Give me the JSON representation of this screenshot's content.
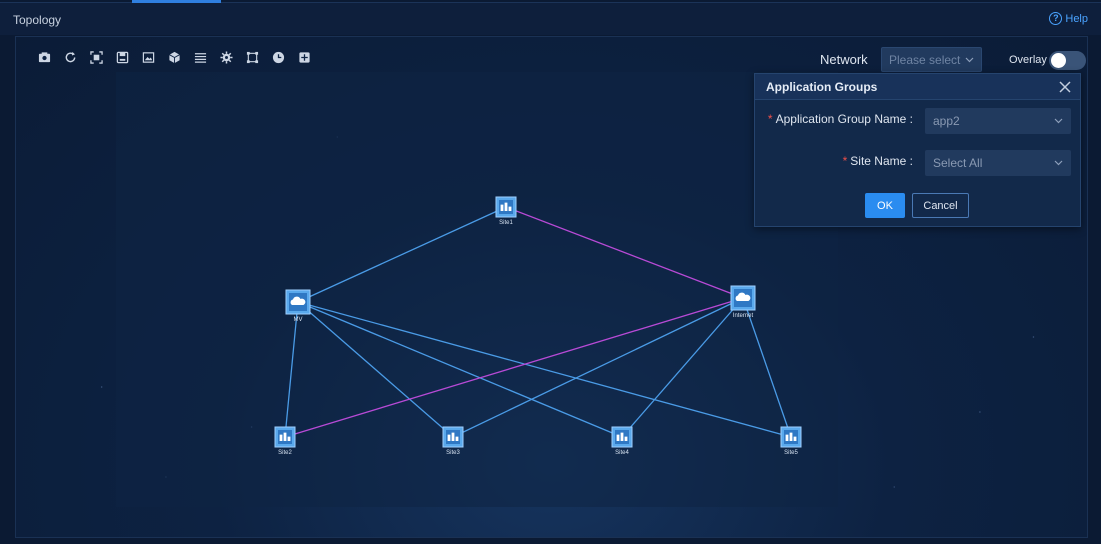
{
  "header": {
    "title": "Topology",
    "help_label": "Help"
  },
  "toolbar": {
    "icons": [
      "screenshot-icon",
      "refresh-icon",
      "fit-view-icon",
      "save-icon",
      "image-icon",
      "3d-cube-icon",
      "layers-icon",
      "settings-icon",
      "select-area-icon",
      "clock-icon",
      "export-icon"
    ]
  },
  "controls": {
    "network_label": "Network",
    "network_placeholder": "Please select",
    "overlay_label": "Overlay",
    "overlay_on": false
  },
  "dialog": {
    "title": "Application Groups",
    "group_name_label": "Application Group Name :",
    "group_name_value": "app2",
    "site_name_label": "Site Name :",
    "site_name_value": "Select All",
    "ok_label": "OK",
    "cancel_label": "Cancel"
  },
  "colors": {
    "link_default": "#4a9be6",
    "link_highlight": "#b84ad6",
    "accent": "#2a8cf0"
  },
  "topology": {
    "nodes": [
      {
        "id": "site1",
        "label": "Site1",
        "type": "site"
      },
      {
        "id": "mv",
        "label": "MV",
        "type": "cloud"
      },
      {
        "id": "internet",
        "label": "Internet",
        "type": "cloud"
      },
      {
        "id": "site2",
        "label": "Site2",
        "type": "site"
      },
      {
        "id": "site3",
        "label": "Site3",
        "type": "site"
      },
      {
        "id": "site4",
        "label": "Site4",
        "type": "site"
      },
      {
        "id": "site5",
        "label": "Site5",
        "type": "site"
      }
    ],
    "links": [
      {
        "from": "site1",
        "to": "mv",
        "highlight": false
      },
      {
        "from": "site1",
        "to": "internet",
        "highlight": true
      },
      {
        "from": "mv",
        "to": "site2",
        "highlight": false
      },
      {
        "from": "mv",
        "to": "site3",
        "highlight": false
      },
      {
        "from": "mv",
        "to": "site4",
        "highlight": false
      },
      {
        "from": "mv",
        "to": "site5",
        "highlight": false
      },
      {
        "from": "internet",
        "to": "site2",
        "highlight": true
      },
      {
        "from": "internet",
        "to": "site3",
        "highlight": false
      },
      {
        "from": "internet",
        "to": "site4",
        "highlight": false
      },
      {
        "from": "internet",
        "to": "site5",
        "highlight": false
      }
    ]
  }
}
